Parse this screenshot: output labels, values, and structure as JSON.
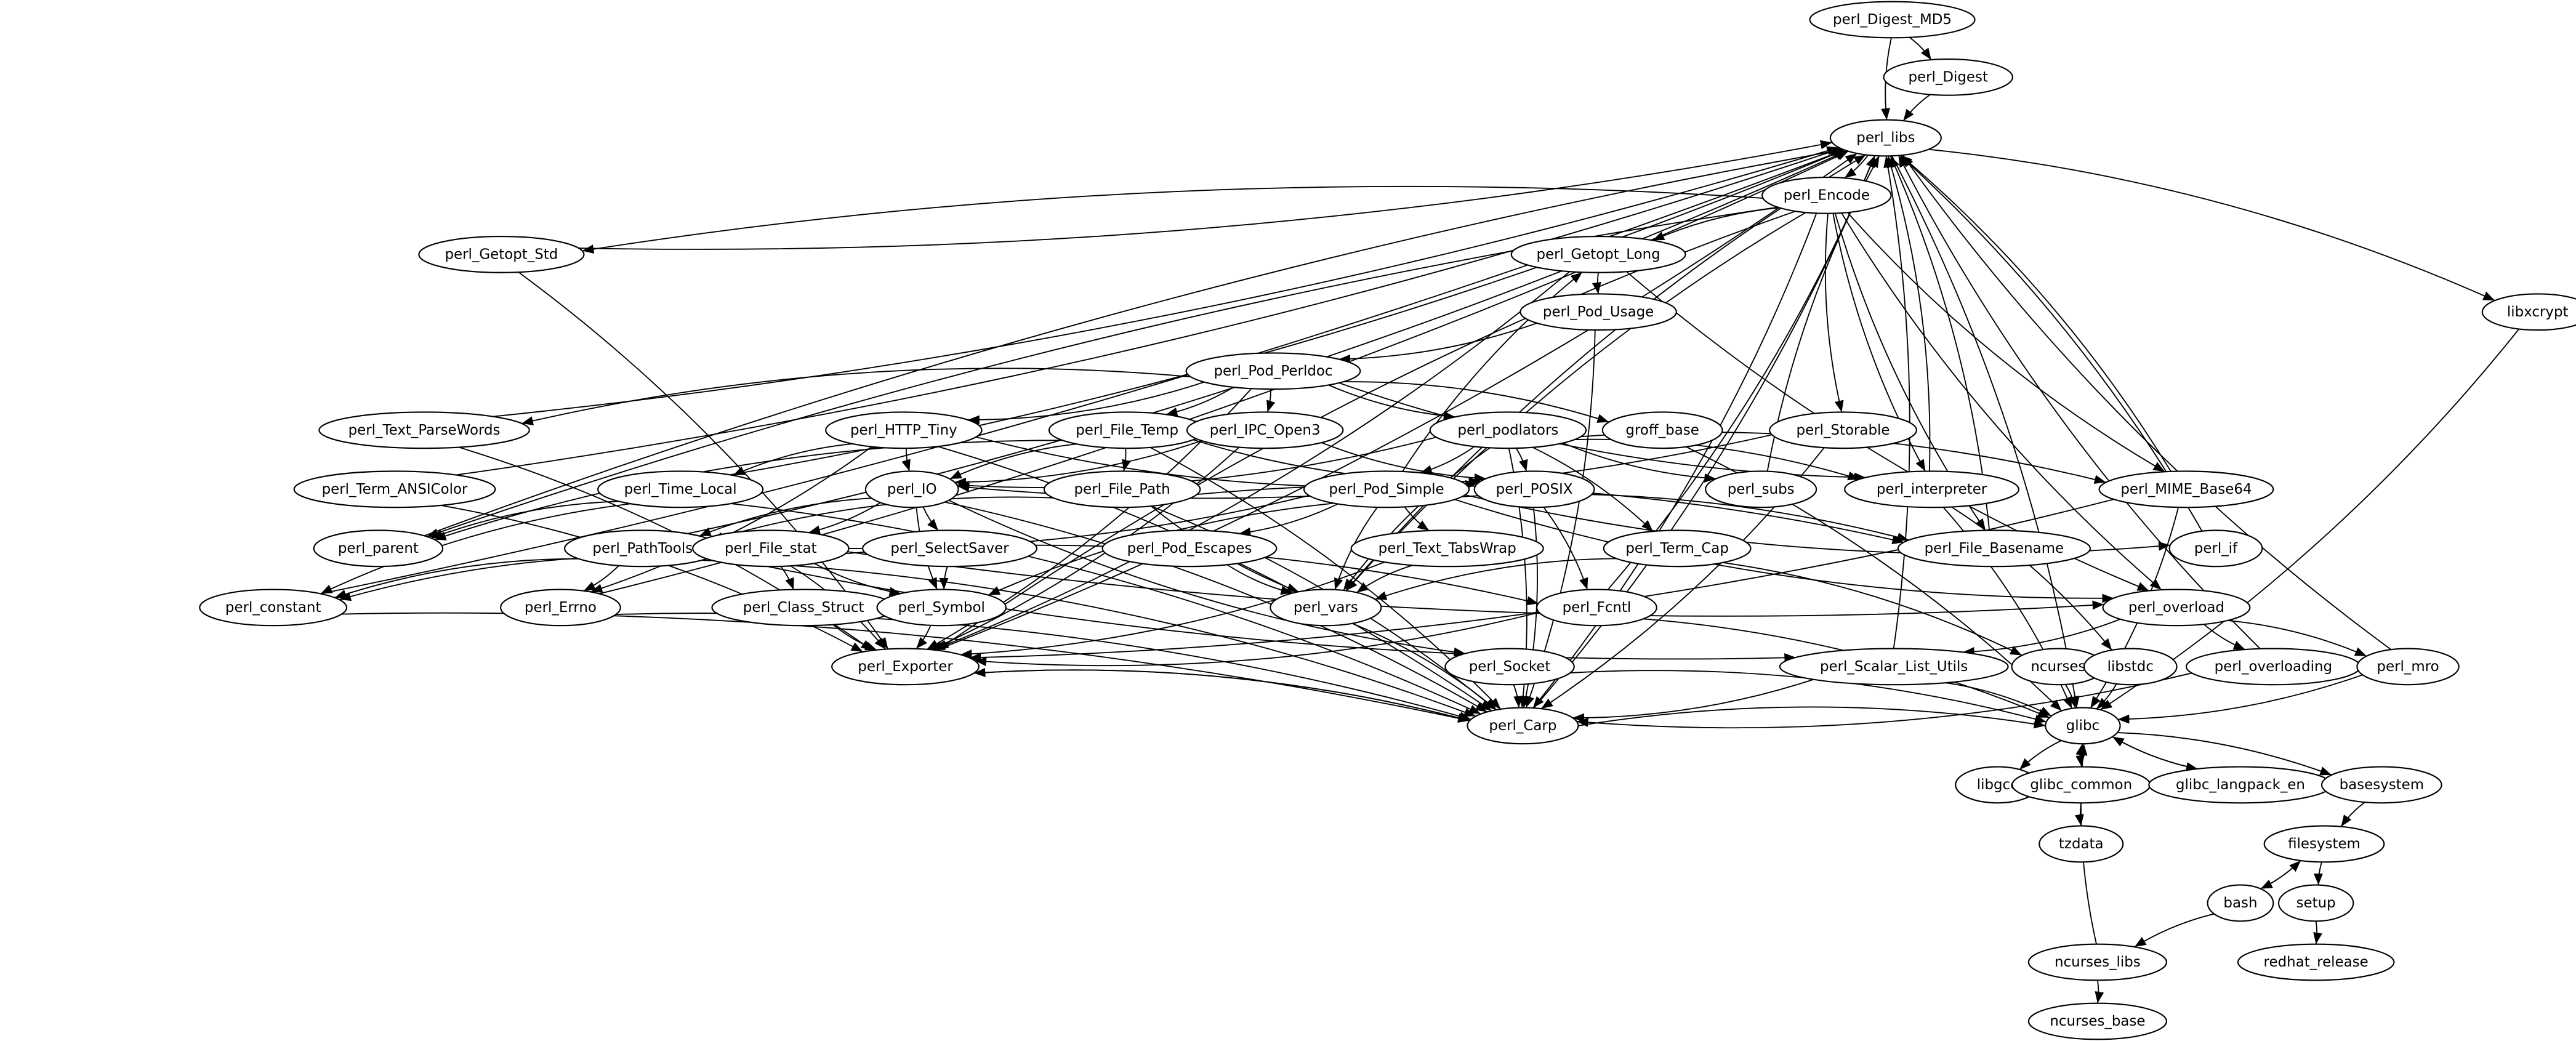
{
  "graph": {
    "nodes": [
      "perl_Digest_MD5",
      "perl_Digest",
      "perl_libs",
      "perl_Encode",
      "perl_Getopt_Std",
      "perl_Getopt_Long",
      "libxcrypt",
      "perl_Pod_Usage",
      "perl_Pod_Perldoc",
      "perl_Text_ParseWords",
      "perl_HTTP_Tiny",
      "perl_File_Temp",
      "perl_IPC_Open3",
      "perl_podlators",
      "groff_base",
      "perl_Storable",
      "perl_Term_ANSIColor",
      "perl_Time_Local",
      "perl_IO",
      "perl_File_Path",
      "perl_Pod_Simple",
      "perl_POSIX",
      "perl_subs",
      "perl_interpreter",
      "perl_MIME_Base64",
      "perl_parent",
      "perl_PathTools",
      "perl_File_stat",
      "perl_SelectSaver",
      "perl_Pod_Escapes",
      "perl_Text_TabsWrap",
      "perl_Term_Cap",
      "perl_File_Basename",
      "perl_if",
      "perl_constant",
      "perl_Errno",
      "perl_Class_Struct",
      "perl_Symbol",
      "perl_vars",
      "perl_Fcntl",
      "perl_overload",
      "perl_Exporter",
      "perl_Socket",
      "perl_Scalar_List_Utils",
      "ncurses",
      "libstdc",
      "perl_overloading",
      "perl_mro",
      "perl_Carp",
      "glibc",
      "libgcc",
      "glibc_common",
      "glibc_langpack_en",
      "basesystem",
      "tzdata",
      "filesystem",
      "bash",
      "setup",
      "ncurses_libs",
      "redhat_release",
      "ncurses_base"
    ],
    "edges": [
      [
        "perl_Digest_MD5",
        "perl_Digest"
      ],
      [
        "perl_Digest_MD5",
        "perl_libs"
      ],
      [
        "perl_Digest",
        "perl_libs"
      ],
      [
        "perl_libs",
        "perl_Encode"
      ],
      [
        "perl_libs",
        "libxcrypt"
      ],
      [
        "perl_libs",
        "glibc"
      ],
      [
        "perl_Getopt_Std",
        "perl_libs"
      ],
      [
        "perl_Text_ParseWords",
        "perl_libs"
      ],
      [
        "perl_Term_ANSIColor",
        "perl_libs"
      ],
      [
        "perl_parent",
        "perl_libs"
      ],
      [
        "perl_constant",
        "perl_libs"
      ],
      [
        "perl_Errno",
        "perl_libs"
      ],
      [
        "perl_PathTools",
        "perl_libs"
      ],
      [
        "perl_File_Basename",
        "perl_libs"
      ],
      [
        "perl_interpreter",
        "perl_libs"
      ],
      [
        "perl_subs",
        "perl_libs"
      ],
      [
        "perl_MIME_Base64",
        "perl_libs"
      ],
      [
        "perl_if",
        "perl_libs"
      ],
      [
        "perl_overloading",
        "perl_libs"
      ],
      [
        "perl_mro",
        "perl_libs"
      ],
      [
        "perl_Scalar_List_Utils",
        "perl_libs"
      ],
      [
        "perl_Fcntl",
        "perl_libs"
      ],
      [
        "perl_Exporter",
        "perl_libs"
      ],
      [
        "perl_Carp",
        "perl_libs"
      ],
      [
        "perl_vars",
        "perl_libs"
      ],
      [
        "perl_Time_Local",
        "perl_libs"
      ],
      [
        "perl_Encode",
        "perl_Getopt_Std"
      ],
      [
        "perl_Encode",
        "perl_Getopt_Long"
      ],
      [
        "perl_Encode",
        "perl_parent"
      ],
      [
        "perl_Encode",
        "perl_vars"
      ],
      [
        "perl_Encode",
        "perl_Storable"
      ],
      [
        "perl_Encode",
        "perl_interpreter"
      ],
      [
        "perl_Encode",
        "perl_File_Basename"
      ],
      [
        "perl_Encode",
        "perl_MIME_Base64"
      ],
      [
        "perl_Encode",
        "perl_overload"
      ],
      [
        "perl_Encode",
        "perl_Exporter"
      ],
      [
        "perl_Encode",
        "perl_Carp"
      ],
      [
        "perl_Getopt_Std",
        "perl_Exporter"
      ],
      [
        "perl_Getopt_Long",
        "perl_Pod_Usage"
      ],
      [
        "perl_Getopt_Long",
        "perl_Exporter"
      ],
      [
        "perl_Getopt_Long",
        "perl_overload"
      ],
      [
        "perl_Pod_Usage",
        "perl_Pod_Perldoc"
      ],
      [
        "perl_Pod_Usage",
        "perl_Carp"
      ],
      [
        "perl_Pod_Perldoc",
        "perl_Text_ParseWords"
      ],
      [
        "perl_Pod_Perldoc",
        "perl_HTTP_Tiny"
      ],
      [
        "perl_Pod_Perldoc",
        "perl_File_Temp"
      ],
      [
        "perl_Pod_Perldoc",
        "perl_IPC_Open3"
      ],
      [
        "perl_Pod_Perldoc",
        "perl_podlators"
      ],
      [
        "perl_Pod_Perldoc",
        "groff_base"
      ],
      [
        "perl_Pod_Perldoc",
        "perl_interpreter"
      ],
      [
        "perl_Pod_Perldoc",
        "perl_Exporter"
      ],
      [
        "perl_Text_ParseWords",
        "perl_Exporter"
      ],
      [
        "perl_HTTP_Tiny",
        "perl_IO"
      ],
      [
        "perl_HTTP_Tiny",
        "perl_Time_Local"
      ],
      [
        "perl_HTTP_Tiny",
        "perl_Errno"
      ],
      [
        "perl_HTTP_Tiny",
        "perl_POSIX"
      ],
      [
        "perl_HTTP_Tiny",
        "perl_Carp"
      ],
      [
        "perl_File_Temp",
        "perl_IO"
      ],
      [
        "perl_File_Temp",
        "perl_File_Path"
      ],
      [
        "perl_File_Temp",
        "perl_POSIX"
      ],
      [
        "perl_File_Temp",
        "perl_parent"
      ],
      [
        "perl_File_Temp",
        "perl_Carp"
      ],
      [
        "perl_IPC_Open3",
        "perl_POSIX"
      ],
      [
        "perl_IPC_Open3",
        "perl_Exporter"
      ],
      [
        "perl_IPC_Open3",
        "perl_IO"
      ],
      [
        "perl_podlators",
        "perl_Pod_Simple"
      ],
      [
        "perl_podlators",
        "perl_POSIX"
      ],
      [
        "perl_podlators",
        "perl_Term_Cap"
      ],
      [
        "perl_podlators",
        "perl_subs"
      ],
      [
        "perl_podlators",
        "perl_interpreter"
      ],
      [
        "perl_podlators",
        "perl_MIME_Base64"
      ],
      [
        "perl_podlators",
        "perl_vars"
      ],
      [
        "perl_podlators",
        "perl_Carp"
      ],
      [
        "perl_podlators",
        "perl_IO"
      ],
      [
        "groff_base",
        "glibc"
      ],
      [
        "perl_Storable",
        "perl_Carp"
      ],
      [
        "perl_Storable",
        "perl_IO"
      ],
      [
        "perl_Term_ANSIColor",
        "perl_Exporter"
      ],
      [
        "perl_Time_Local",
        "perl_parent"
      ],
      [
        "perl_Time_Local",
        "perl_constant"
      ],
      [
        "perl_Time_Local",
        "perl_Carp"
      ],
      [
        "perl_IO",
        "perl_PathTools"
      ],
      [
        "perl_IO",
        "perl_File_stat"
      ],
      [
        "perl_IO",
        "perl_SelectSaver"
      ],
      [
        "perl_IO",
        "perl_Symbol"
      ],
      [
        "perl_IO",
        "perl_Socket"
      ],
      [
        "perl_IO",
        "perl_Carp"
      ],
      [
        "perl_File_Path",
        "perl_PathTools"
      ],
      [
        "perl_File_Path",
        "perl_vars"
      ],
      [
        "perl_File_Path",
        "perl_File_Basename"
      ],
      [
        "perl_File_Path",
        "perl_Carp"
      ],
      [
        "perl_Pod_Simple",
        "perl_Pod_Escapes"
      ],
      [
        "perl_Pod_Simple",
        "perl_Text_TabsWrap"
      ],
      [
        "perl_Pod_Simple",
        "perl_Getopt_Long"
      ],
      [
        "perl_Pod_Simple",
        "perl_vars"
      ],
      [
        "perl_Pod_Simple",
        "perl_Symbol"
      ],
      [
        "perl_Pod_Simple",
        "perl_File_Basename"
      ],
      [
        "perl_Pod_Simple",
        "perl_if"
      ],
      [
        "perl_Pod_Simple",
        "perl_overload"
      ],
      [
        "perl_Pod_Simple",
        "perl_PathTools"
      ],
      [
        "perl_Pod_Escapes",
        "perl_vars"
      ],
      [
        "perl_Text_TabsWrap",
        "perl_vars"
      ],
      [
        "perl_Text_TabsWrap",
        "perl_Exporter"
      ],
      [
        "perl_Term_Cap",
        "perl_vars"
      ],
      [
        "perl_Term_Cap",
        "ncurses"
      ],
      [
        "perl_POSIX",
        "perl_Fcntl"
      ],
      [
        "perl_POSIX",
        "perl_Carp"
      ],
      [
        "perl_PathTools",
        "perl_constant"
      ],
      [
        "perl_PathTools",
        "perl_Errno"
      ],
      [
        "perl_PathTools",
        "perl_Scalar_List_Utils"
      ],
      [
        "perl_PathTools",
        "perl_Carp"
      ],
      [
        "perl_File_stat",
        "perl_constant"
      ],
      [
        "perl_File_stat",
        "perl_Class_Struct"
      ],
      [
        "perl_File_stat",
        "perl_Symbol"
      ],
      [
        "perl_File_stat",
        "perl_Fcntl"
      ],
      [
        "perl_File_stat",
        "perl_overload"
      ],
      [
        "perl_File_stat",
        "perl_Exporter"
      ],
      [
        "perl_Class_Struct",
        "perl_Exporter"
      ],
      [
        "perl_Symbol",
        "perl_Exporter"
      ],
      [
        "perl_SelectSaver",
        "perl_Symbol"
      ],
      [
        "perl_vars",
        "perl_Carp"
      ],
      [
        "perl_Fcntl",
        "perl_Exporter"
      ],
      [
        "perl_Fcntl",
        "glibc"
      ],
      [
        "perl_Errno",
        "perl_Carp"
      ],
      [
        "perl_constant",
        "perl_Carp"
      ],
      [
        "perl_overload",
        "perl_overloading"
      ],
      [
        "perl_overload",
        "perl_mro"
      ],
      [
        "perl_overload",
        "perl_Scalar_List_Utils"
      ],
      [
        "perl_overloading",
        "perl_Carp"
      ],
      [
        "perl_mro",
        "glibc"
      ],
      [
        "perl_Socket",
        "perl_Carp"
      ],
      [
        "perl_Socket",
        "glibc"
      ],
      [
        "perl_Scalar_List_Utils",
        "perl_Carp"
      ],
      [
        "perl_Scalar_List_Utils",
        "glibc"
      ],
      [
        "ncurses",
        "glibc"
      ],
      [
        "libstdc",
        "glibc"
      ],
      [
        "perl_interpreter",
        "libstdc"
      ],
      [
        "perl_interpreter",
        "glibc"
      ],
      [
        "perl_MIME_Base64",
        "perl_Exporter"
      ],
      [
        "perl_MIME_Base64",
        "glibc"
      ],
      [
        "perl_Exporter",
        "perl_Carp"
      ],
      [
        "perl_Carp",
        "perl_Exporter"
      ],
      [
        "perl_Carp",
        "glibc"
      ],
      [
        "libxcrypt",
        "glibc"
      ],
      [
        "glibc",
        "libgcc"
      ],
      [
        "glibc",
        "glibc_common"
      ],
      [
        "glibc",
        "glibc_langpack_en"
      ],
      [
        "glibc",
        "basesystem"
      ],
      [
        "glibc_common",
        "glibc"
      ],
      [
        "glibc_common",
        "tzdata"
      ],
      [
        "glibc_langpack_en",
        "glibc"
      ],
      [
        "basesystem",
        "filesystem"
      ],
      [
        "filesystem",
        "bash"
      ],
      [
        "filesystem",
        "setup"
      ],
      [
        "bash",
        "filesystem"
      ],
      [
        "bash",
        "ncurses_libs"
      ],
      [
        "setup",
        "redhat_release"
      ],
      [
        "ncurses_libs",
        "glibc"
      ],
      [
        "ncurses_libs",
        "ncurses_base"
      ]
    ]
  }
}
